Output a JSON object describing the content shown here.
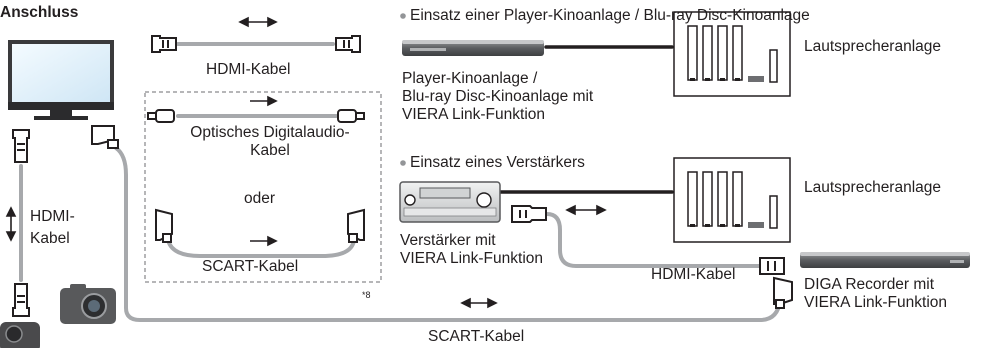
{
  "title": "Anschluss",
  "labels": {
    "hdmi_top": "HDMI-Kabel",
    "optical_1": "Optisches Digitalaudio-",
    "optical_2": "Kabel",
    "oder": "oder",
    "scart_inner": "SCART-Kabel",
    "footnote": "*8",
    "hdmi_left_1": "HDMI-",
    "hdmi_left_2": "Kabel",
    "scart_bottom": "SCART-Kabel",
    "bullet1": "Einsatz einer Player-Kinoanlage / Blu-ray Disc-Kinoanlage",
    "speaker1": "Lautsprecheranlage",
    "player_1": "Player-Kinoanlage /",
    "player_2": "Blu-ray Disc-Kinoanlage mit",
    "player_3": "VIERA Link-Funktion",
    "bullet2": "Einsatz eines Verstärkers",
    "speaker2": "Lautsprecheranlage",
    "amp_1": "Verstärker mit",
    "amp_2": "VIERA Link-Funktion",
    "hdmi_right": "HDMI-Kabel",
    "diga_1": "DIGA Recorder mit",
    "diga_2": "VIERA Link-Funktion"
  },
  "colors": {
    "cable": "#a7a9ac",
    "ink": "#231f20",
    "device": "#58595b",
    "screen_blue": "#d8ecf8"
  }
}
